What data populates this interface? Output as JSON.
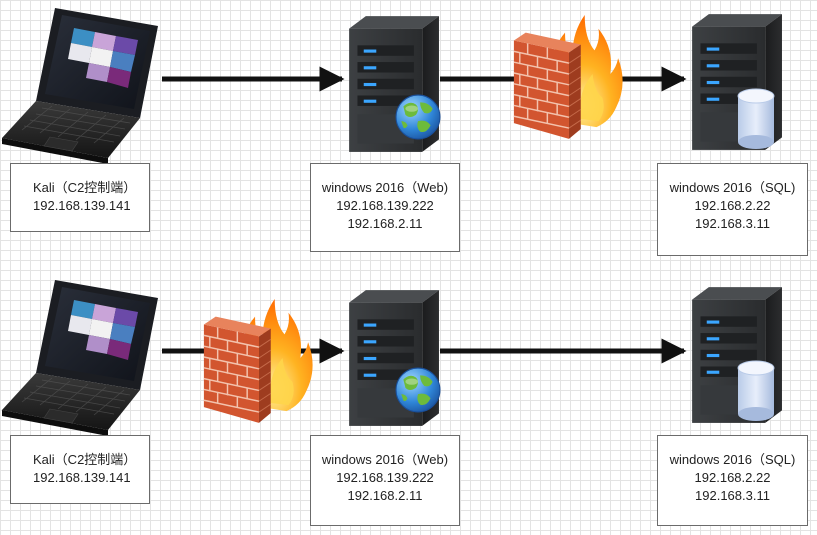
{
  "diagrams": [
    {
      "row": "top",
      "client": {
        "icon": "laptop-icon",
        "label_line1": "Kali（C2控制端）",
        "label_line2": "192.168.139.141"
      },
      "firewall_position": "between-web-and-sql",
      "web_server": {
        "icon": "web-server-icon",
        "label_line1": "windows 2016（Web)",
        "label_line2": "192.168.139.222",
        "label_line3": "192.168.2.11"
      },
      "sql_server": {
        "icon": "database-server-icon",
        "label_line1": "windows 2016（SQL)",
        "label_line2": "192.168.2.22",
        "label_line3": "192.168.3.11"
      }
    },
    {
      "row": "bottom",
      "client": {
        "icon": "laptop-icon",
        "label_line1": "Kali（C2控制端）",
        "label_line2": "192.168.139.141"
      },
      "firewall_position": "between-kali-and-web",
      "web_server": {
        "icon": "web-server-icon",
        "label_line1": "windows 2016（Web)",
        "label_line2": "192.168.139.222",
        "label_line3": "192.168.2.11"
      },
      "sql_server": {
        "icon": "database-server-icon",
        "label_line1": "windows 2016（SQL)",
        "label_line2": "192.168.2.22",
        "label_line3": "192.168.3.11"
      }
    }
  ],
  "colors": {
    "server_body": "#2f3133",
    "server_led": "#3ba6ff",
    "brick": "#d65a32",
    "flame": "#ff9a1a",
    "arrow": "#111111",
    "grid": "#e3e3e3"
  }
}
